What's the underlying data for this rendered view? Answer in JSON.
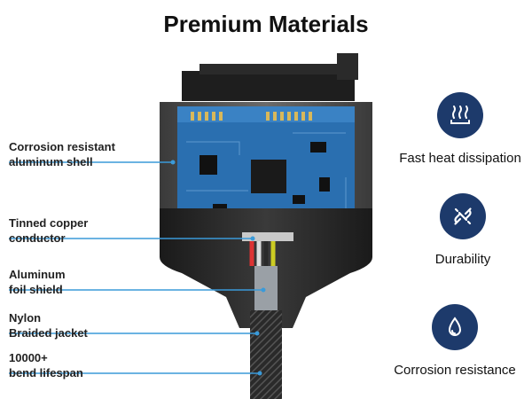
{
  "title": "Premium Materials",
  "callouts": [
    {
      "text": "Corrosion resistant\naluminum shell"
    },
    {
      "text": "Tinned copper\nconductor"
    },
    {
      "text": "Aluminum\nfoil shield"
    },
    {
      "text": "Nylon\nBraided jacket"
    },
    {
      "text": "10000+\nbend lifespan"
    }
  ],
  "features": [
    {
      "label": "Fast heat dissipation",
      "icon": "heat-waves-icon"
    },
    {
      "label": "Durability",
      "icon": "broken-link-icon"
    },
    {
      "label": "Corrosion resistance",
      "icon": "water-drop-icon"
    }
  ],
  "colors": {
    "badge": "#1d3a6b",
    "pcb": "#2a6fb0",
    "shell": "#5a5a5a",
    "callout_line": "#3a9ad9"
  }
}
